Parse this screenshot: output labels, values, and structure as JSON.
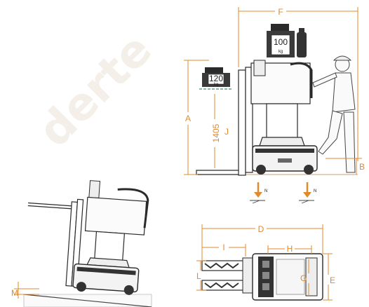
{
  "watermark": "derte",
  "weights": {
    "upper": {
      "value": "100",
      "unit": "kg"
    },
    "lower": {
      "value": "120",
      "unit": "kg"
    }
  },
  "dimensions": {
    "A": "A",
    "B": "B",
    "D": "D",
    "E": "E",
    "F": "F",
    "G": "G",
    "H": "H",
    "I": "I",
    "J": "J",
    "L": "L",
    "M": "M",
    "height_value": "1405"
  },
  "force_label": "N",
  "colors": {
    "dimension": "#e08a2e",
    "outline": "#2a2a2a",
    "machine_fill": "#f3f3f3",
    "dark_part": "#333333"
  }
}
